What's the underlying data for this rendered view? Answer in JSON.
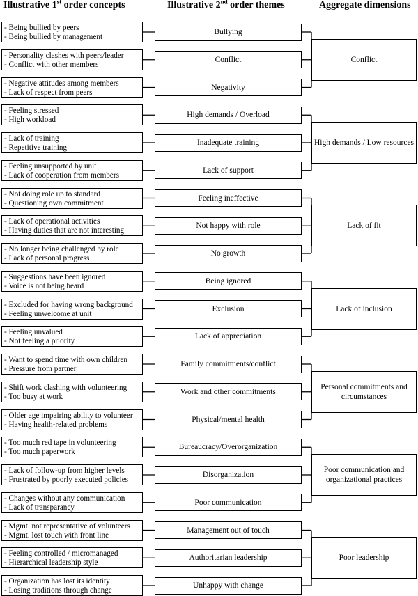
{
  "headers": {
    "col1_pre": "Illustrative 1",
    "col1_sup": "st",
    "col1_post": " order concepts",
    "col2_pre": "Illustrative 2",
    "col2_sup": "nd",
    "col2_post": " order themes",
    "col3": "Aggregate dimensions"
  },
  "dimensions": [
    {
      "label": "Conflict",
      "themes": [
        {
          "label": "Bullying",
          "concepts": [
            "- Being bullied by peers",
            "- Being bullied by management"
          ]
        },
        {
          "label": "Conflict",
          "concepts": [
            "- Personality clashes with peers/leader",
            "- Conflict with other members"
          ]
        },
        {
          "label": "Negativity",
          "concepts": [
            "- Negative attitudes among members",
            "- Lack of respect from peers"
          ]
        }
      ]
    },
    {
      "label": "High demands / Low resources",
      "themes": [
        {
          "label": "High demands / Overload",
          "concepts": [
            "- Feeling stressed",
            "- High workload"
          ]
        },
        {
          "label": "Inadequate training",
          "concepts": [
            "- Lack of training",
            "- Repetitive training"
          ]
        },
        {
          "label": "Lack of support",
          "concepts": [
            "- Feeling unsupported by unit",
            "- Lack of cooperation from members"
          ]
        }
      ]
    },
    {
      "label": "Lack of fit",
      "themes": [
        {
          "label": "Feeling ineffective",
          "concepts": [
            "- Not doing role up to standard",
            "- Questioning own commitment"
          ]
        },
        {
          "label": "Not happy with role",
          "concepts": [
            "- Lack of operational activities",
            "- Having duties that are not interesting"
          ]
        },
        {
          "label": "No growth",
          "concepts": [
            "- No longer being challenged by role",
            "- Lack of personal progress"
          ]
        }
      ]
    },
    {
      "label": "Lack of inclusion",
      "themes": [
        {
          "label": "Being ignored",
          "concepts": [
            "- Suggestions have been ignored",
            "- Voice is not being heard"
          ]
        },
        {
          "label": "Exclusion",
          "concepts": [
            "- Excluded for having wrong background",
            "- Feeling unwelcome at unit"
          ]
        },
        {
          "label": "Lack of appreciation",
          "concepts": [
            "- Feeling unvalued",
            "- Not feeling a priority"
          ]
        }
      ]
    },
    {
      "label": "Personal commitments and circumstances",
      "themes": [
        {
          "label": "Family commitments/conflict",
          "concepts": [
            "- Want to spend time with own children",
            "- Pressure from partner"
          ]
        },
        {
          "label": "Work and other commitments",
          "concepts": [
            "- Shift work clashing with volunteering",
            "- Too busy at work"
          ]
        },
        {
          "label": "Physical/mental health",
          "concepts": [
            "- Older age impairing ability to volunteer",
            "- Having health-related problems"
          ]
        }
      ]
    },
    {
      "label": "Poor communication and organizational practices",
      "themes": [
        {
          "label": "Bureaucracy/Overorganization",
          "concepts": [
            "- Too much red tape in volunteering",
            "- Too much paperwork"
          ]
        },
        {
          "label": "Disorganization",
          "concepts": [
            "- Lack of follow-up from higher levels",
            "- Frustrated by poorly executed policies"
          ]
        },
        {
          "label": "Poor communication",
          "concepts": [
            "- Changes without any communication",
            "- Lack of transparancy"
          ]
        }
      ]
    },
    {
      "label": "Poor leadership",
      "themes": [
        {
          "label": "Management out of touch",
          "concepts": [
            "- Mgmt. not representative of volunteers",
            "- Mgmt. lost touch with front line"
          ]
        },
        {
          "label": "Authoritarian leadership",
          "concepts": [
            "- Feeling controlled / micromanaged",
            "- Hierarchical leadership style"
          ]
        },
        {
          "label": "Unhappy with change",
          "concepts": [
            "- Organization has lost its identity",
            "- Losing traditions through change"
          ]
        }
      ]
    }
  ]
}
